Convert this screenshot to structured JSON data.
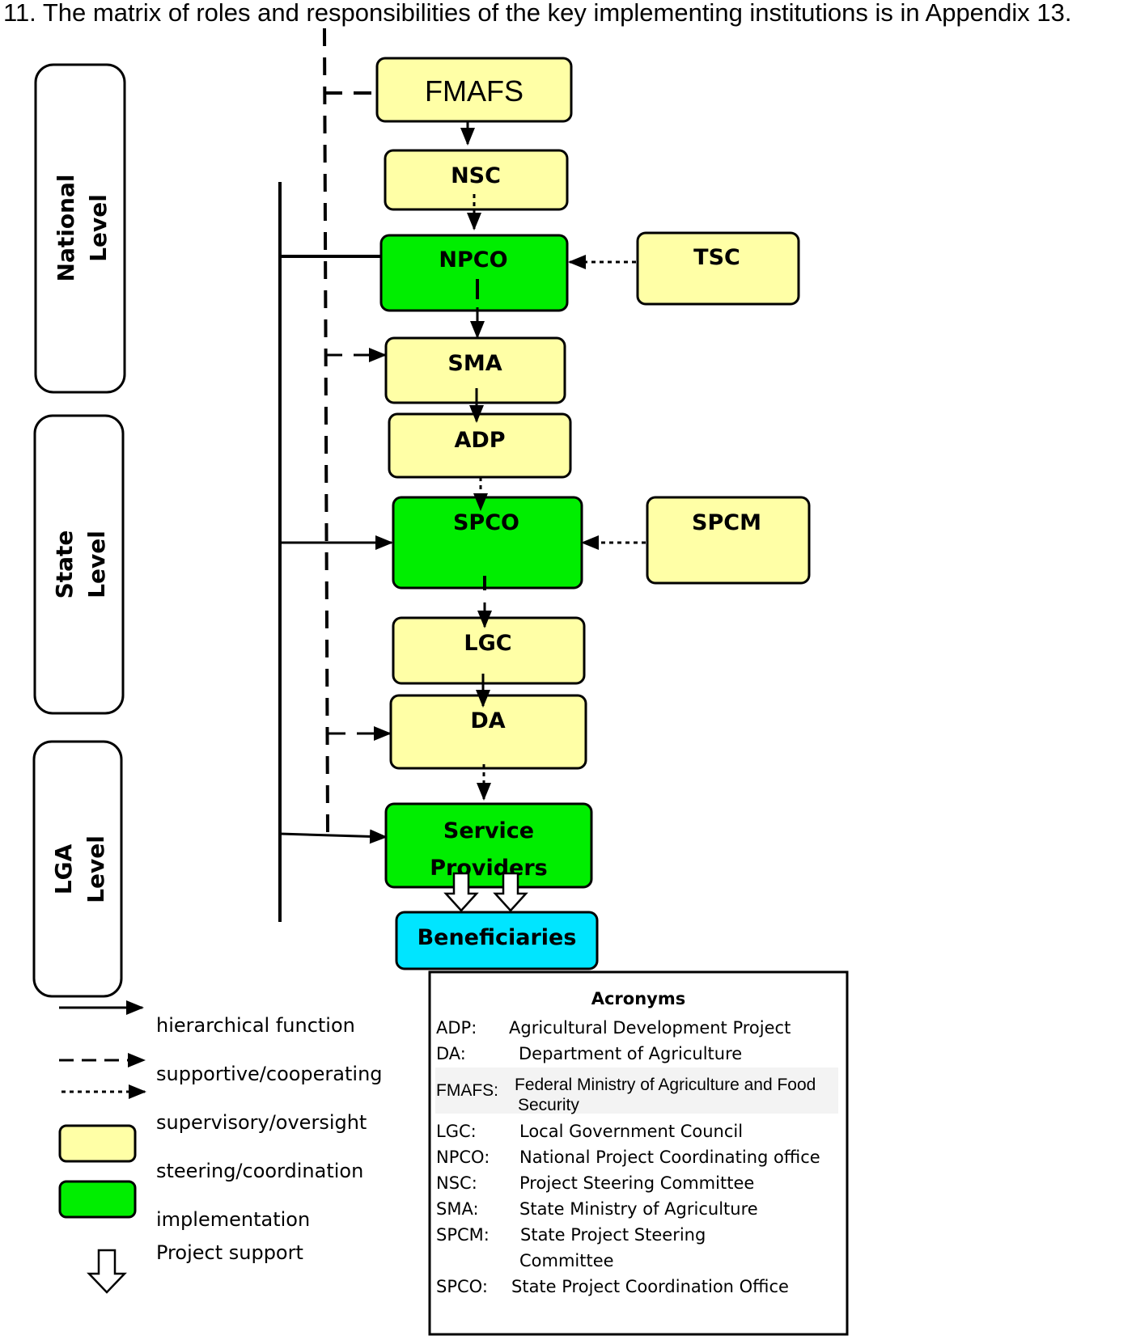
{
  "heading": "11. The matrix of roles and responsibilities of the key implementing institutions is in Appendix 13.",
  "levels": {
    "national": [
      "National",
      "Level"
    ],
    "state": [
      "State",
      "Level"
    ],
    "lga": [
      "LGA",
      "Level"
    ]
  },
  "boxes": {
    "fmafs": "FMAFS",
    "nsc": "NSC",
    "npco": "NPCO",
    "tsc": "TSC",
    "sma": "SMA",
    "adp": "ADP",
    "spco": "SPCO",
    "spcm": "SPCM",
    "lgc": "LGC",
    "da": "DA",
    "service_providers": [
      "Service",
      "Providers"
    ],
    "beneficiaries": "Beneficiaries"
  },
  "colors": {
    "supervisory": "#FFFFA6",
    "implementation": "#00EE00",
    "beneficiaries": "#00E5FF",
    "border": "#000000"
  },
  "legend": {
    "hierarchical": "hierarchical function",
    "supportive": "supportive/cooperating",
    "supervisory": "supervisory/oversight",
    "steering": "steering/coordination",
    "implementation": "implementation",
    "project_support": "Project support"
  },
  "acronyms": {
    "title": "Acronyms",
    "items": [
      {
        "abbr": "ADP:",
        "full": "Agricultural Development Project"
      },
      {
        "abbr": "DA:",
        "full": "Department of Agriculture"
      },
      {
        "abbr": "FMAFS:",
        "full": [
          "Federal Ministry of Agriculture and Food",
          "Security"
        ]
      },
      {
        "abbr": "LGC:",
        "full": "Local Government Council"
      },
      {
        "abbr": "NPCO:",
        "full": "National Project Coordinating office"
      },
      {
        "abbr": "NSC:",
        "full": "Project Steering Committee"
      },
      {
        "abbr": "SMA:",
        "full": "State Ministry of Agriculture"
      },
      {
        "abbr": "SPCM:",
        "full": [
          "State Project Steering",
          "Committee"
        ]
      },
      {
        "abbr": "SPCO:",
        "full": "State Project Coordination Office"
      }
    ]
  }
}
